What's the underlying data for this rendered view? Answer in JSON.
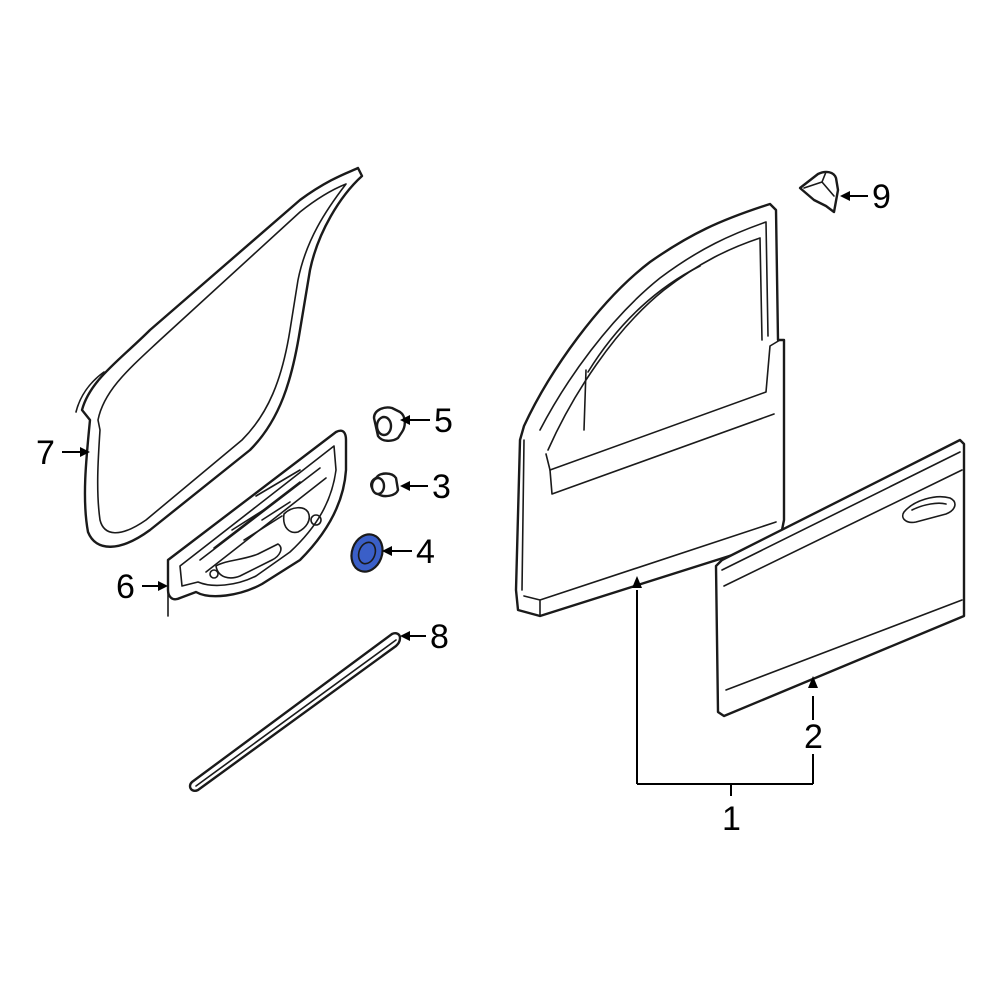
{
  "callouts": {
    "c1": "1",
    "c2": "2",
    "c3": "3",
    "c4": "4",
    "c5": "5",
    "c6": "6",
    "c7": "7",
    "c8": "8",
    "c9": "9"
  },
  "colors": {
    "highlight": "#3a5fc8",
    "line": "#1a1a1a",
    "background": "#ffffff"
  }
}
